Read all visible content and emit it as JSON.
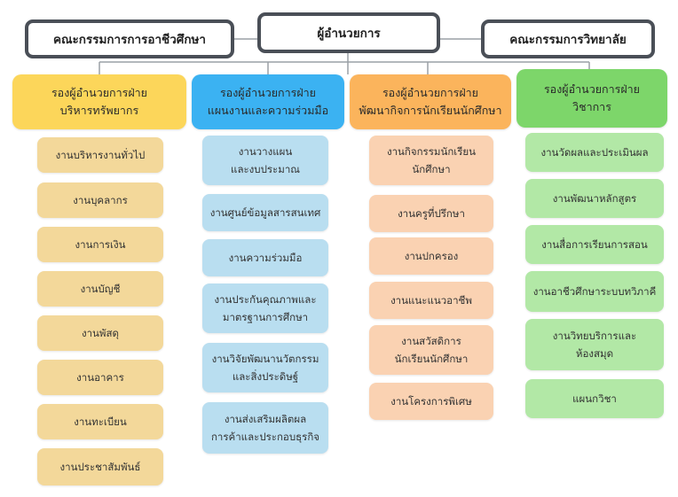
{
  "top": {
    "director": "ผู้อำนวยการ",
    "left_committee": "คณะกรรมการการอาชีวศึกษา",
    "right_committee": "คณะกรรมการวิทยาลัย"
  },
  "colors": {
    "line": "#9aa0a6",
    "border": "#4a4f57"
  },
  "columns": [
    {
      "id": "resources",
      "head": "รองผู้อำนวยการฝ่าย\nบริหารทรัพยากร",
      "head_color": "#fcd65a",
      "item_color": "#f3d89a",
      "items": [
        "งานบริหารงานทั่วไป",
        "งานบุคลากร",
        "งานการเงิน",
        "งานบัญชี",
        "งานพัสดุ",
        "งานอาคาร",
        "งานทะเบียน",
        "งานประชาสัมพันธ์"
      ]
    },
    {
      "id": "planning",
      "head": "รองผู้อำนวยการฝ่าย\nแผนงานและความร่วมมือ",
      "head_color": "#3bb2f2",
      "item_color": "#b9def0",
      "items": [
        "งานวางแผน\nและงบประมาณ",
        "งานศูนย์ข้อมูลสารสนเทศ",
        "งานความร่วมมือ",
        "งานประกันคุณภาพและ\nมาตรฐานการศึกษา",
        "งานวิจัยพัฒนานวัตกรรม\nและสิ่งประดิษฐ์",
        "งานส่งเสริมผลิตผล\nการค้าและประกอบธุรกิจ"
      ]
    },
    {
      "id": "student",
      "head": "รองผู้อำนวยการฝ่าย\nพัฒนากิจการนักเรียนนักศึกษา",
      "head_color": "#fbb45c",
      "item_color": "#fad2b2",
      "items": [
        "งานกิจกรรมนักเรียน\nนักศึกษา",
        "งานครูที่ปรึกษา",
        "งานปกครอง",
        "งานแนะแนวอาชีพ",
        "งานสวัสดิการ\nนักเรียนนักศึกษา",
        "งานโครงการพิเศษ"
      ]
    },
    {
      "id": "academic",
      "head": "รองผู้อำนวยการฝ่าย\nวิชาการ",
      "head_color": "#7dd66a",
      "item_color": "#b2e8a6",
      "items": [
        "งานวัดผลและประเมินผล",
        "งานพัฒนาหลักสูตร",
        "งานสื่อการเรียนการสอน",
        "งานอาชีวศึกษาระบบทวิภาคี",
        "งานวิทยบริการและ\nห้องสมุด",
        "แผนกวิชา"
      ]
    }
  ]
}
